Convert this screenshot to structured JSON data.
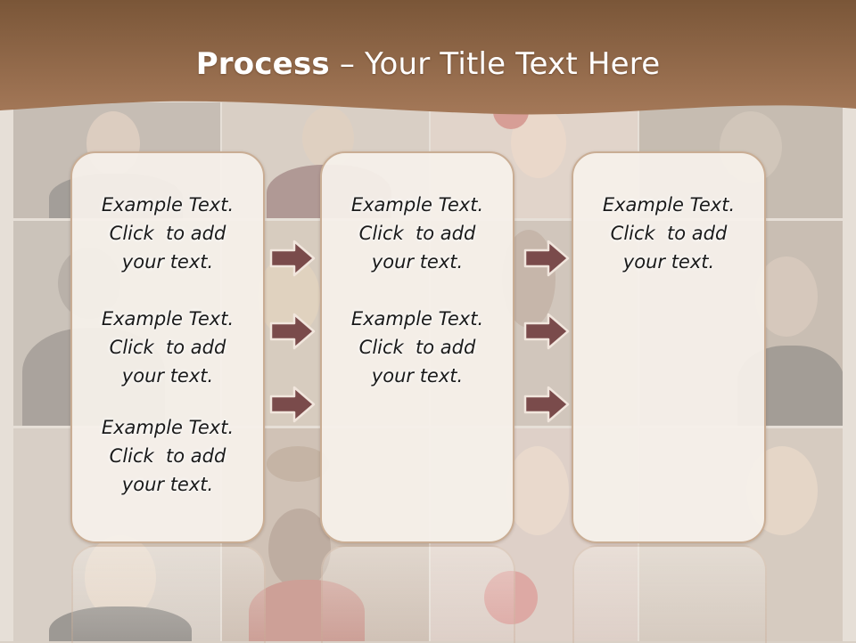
{
  "title": {
    "bold": "Process",
    "rest": " – Your Title Text Here"
  },
  "colors": {
    "header": "#8a6244",
    "panel_border": "#c9ad94",
    "arrow_fill": "#7a4b4b",
    "arrow_stroke": "#f1e6dd"
  },
  "columns": [
    {
      "blocks": [
        [
          "Example Text.",
          "Click  to add",
          "your text."
        ],
        [
          "Example Text.",
          "Click  to add",
          "your text."
        ],
        [
          "Example Text.",
          "Click  to add",
          "your text."
        ]
      ]
    },
    {
      "blocks": [
        [
          "Example Text.",
          "Click  to add",
          "your text."
        ],
        [
          "Example Text.",
          "Click  to add",
          "your text."
        ]
      ]
    },
    {
      "blocks": [
        [
          "Example Text.",
          "Click  to add",
          "your text."
        ]
      ]
    }
  ],
  "arrow_icon": "right-arrow-icon"
}
